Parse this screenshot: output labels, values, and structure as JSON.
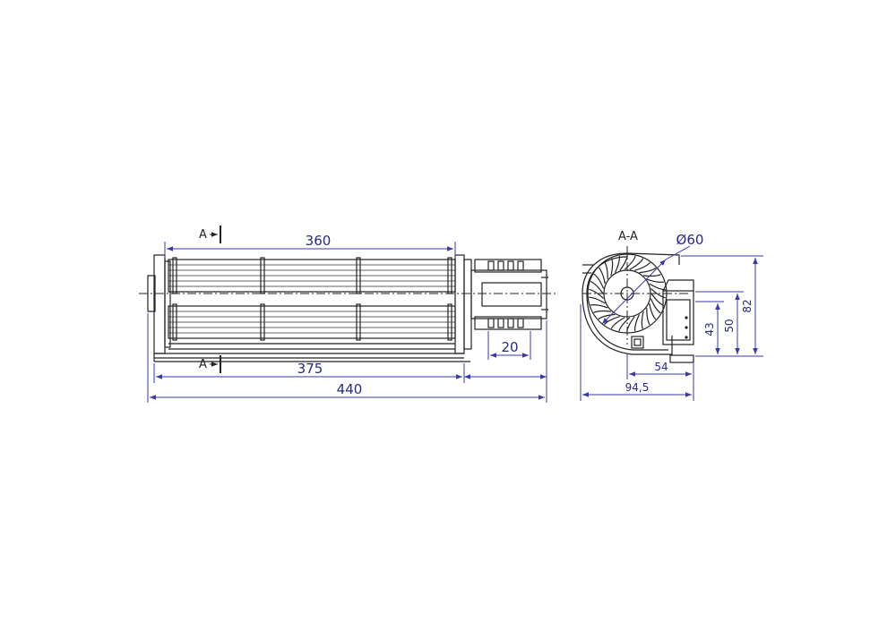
{
  "drawing": {
    "section_labels": {
      "top": "A",
      "bottom": "A",
      "section_title": "A-A"
    },
    "front_view": {
      "dim_blade_length": "360",
      "dim_body_length": "375",
      "dim_total_length": "440",
      "dim_motor_width": "20"
    },
    "side_view": {
      "dim_diameter": "Ø60",
      "dim_height_total": "82",
      "dim_height_50": "50",
      "dim_height_43": "43",
      "dim_width_54": "54",
      "dim_width_total": "94,5"
    },
    "colors": {
      "dimension": "#3a3aa8",
      "outline": "#222222"
    }
  }
}
